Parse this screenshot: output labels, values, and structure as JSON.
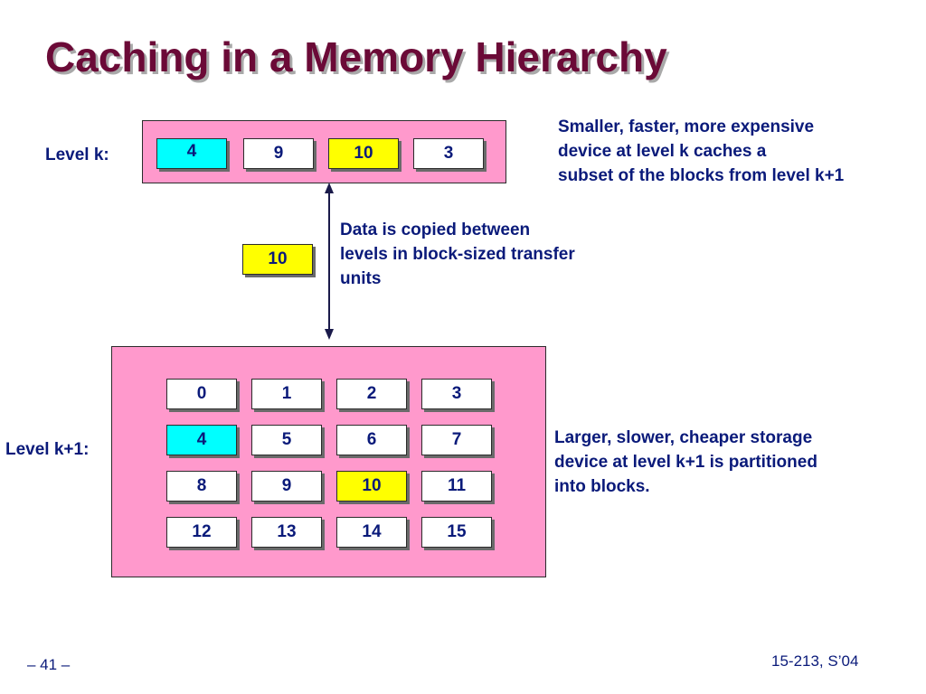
{
  "title": "Caching in a Memory Hierarchy",
  "level_k": {
    "label": "Level k:",
    "blocks": [
      "4",
      "9",
      "10",
      "3"
    ],
    "description_lines": [
      "Smaller, faster, more expensive",
      "device at level k caches a",
      "subset of the blocks from level k+1"
    ]
  },
  "transfer": {
    "block": "10",
    "description_lines": [
      "Data is copied between",
      "levels in block-sized transfer",
      "units"
    ]
  },
  "level_k1": {
    "label": "Level k+1:",
    "blocks": [
      "0",
      "1",
      "2",
      "3",
      "4",
      "5",
      "6",
      "7",
      "8",
      "9",
      "10",
      "11",
      "12",
      "13",
      "14",
      "15"
    ],
    "description_lines": [
      "Larger, slower, cheaper storage",
      "device at level k+1 is partitioned",
      "into blocks."
    ]
  },
  "colors": {
    "title": "#6b0a37",
    "text": "#0a1a7a",
    "panel": "#ff99cc",
    "highlight_cyan": "#00ffff",
    "highlight_yellow": "#ffff00"
  },
  "footer": {
    "page": "– 41 –",
    "course": "15-213, S’04"
  }
}
